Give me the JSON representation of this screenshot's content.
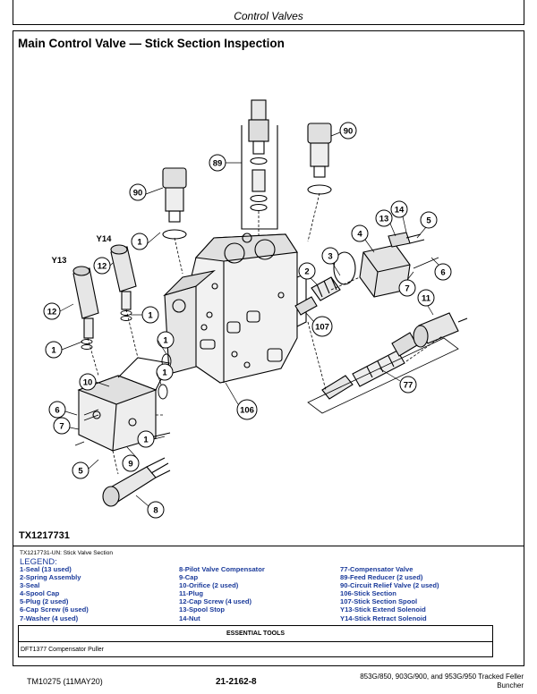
{
  "header": {
    "section": "Control Valves"
  },
  "title": "Main Control Valve — Stick Section Inspection",
  "figure": {
    "id": "TX1217731",
    "caption": "TX1217731-UN: Stick Valve Section",
    "callouts": [
      "90",
      "89",
      "90",
      "13",
      "14",
      "5",
      "4",
      "Y14",
      "1",
      "3",
      "2",
      "6",
      "Y13",
      "12",
      "7",
      "11",
      "12",
      "1",
      "107",
      "1",
      "1",
      "77",
      "10",
      "1",
      "106",
      "6",
      "7",
      "1",
      "5",
      "9",
      "8"
    ]
  },
  "legend": {
    "title": "LEGEND:",
    "col1": [
      "1-Seal (13 used)",
      "2-Spring Assembly",
      "3-Seal",
      "4-Spool Cap",
      "5-Plug (2 used)",
      "6-Cap Screw (6 used)",
      "7-Washer (4 used)"
    ],
    "col2": [
      "8-Pilot Valve Compensator",
      "9-Cap",
      "10-Orifice (2 used)",
      "11-Plug",
      "12-Cap Screw (4 used)",
      "13-Spool Stop",
      "14-Nut"
    ],
    "col3": [
      "77-Compensator Valve",
      "89-Feed Reducer (2 used)",
      "90-Circuit Relief Valve (2 used)",
      "106-Stick Section",
      "107-Stick Section Spool",
      "Y13-Stick Extend Solenoid",
      "Y14-Stick Retract Solenoid"
    ]
  },
  "tools": {
    "heading": "ESSENTIAL TOOLS",
    "items": [
      "DFT1377 Compensator Puller"
    ]
  },
  "footer": {
    "manual": "TM10275 (11MAY20)",
    "page": "21-2162-8",
    "models_line1": "853G/850, 903G/900, and 953G/950 Tracked Feller",
    "models_line2": "Buncher"
  },
  "colors": {
    "legend_blue": "#1a3a9a"
  }
}
